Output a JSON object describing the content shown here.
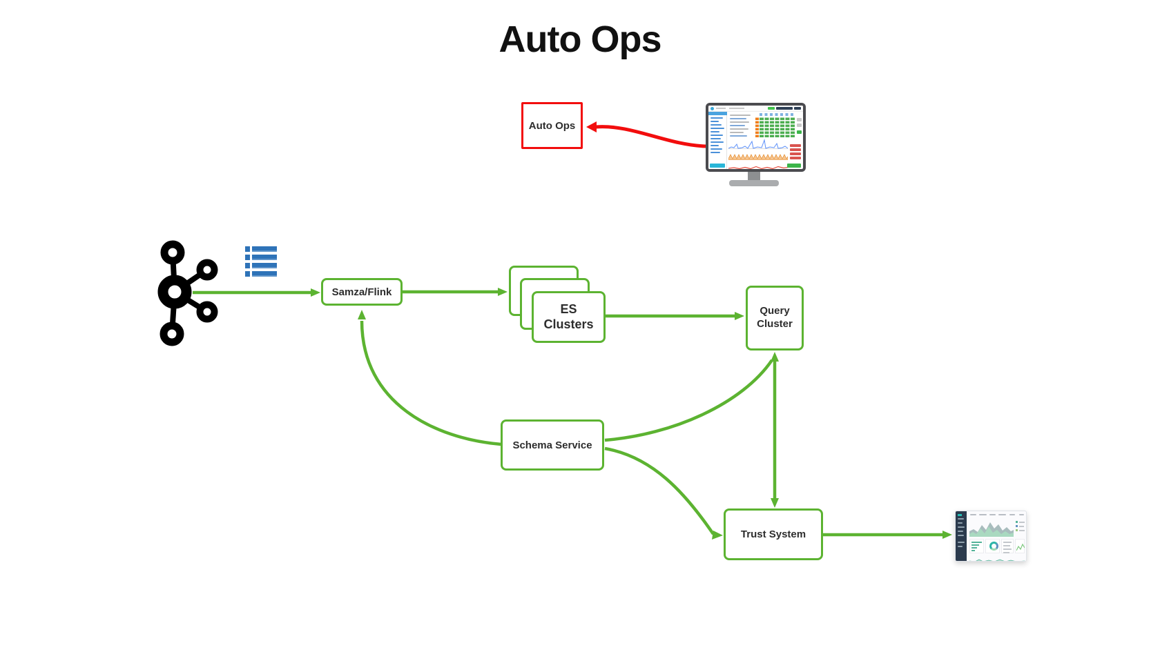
{
  "title": "Auto Ops",
  "colors": {
    "arrow_green": "#5CB331",
    "arrow_red": "#F20D0D",
    "box_border_green": "#5CB331",
    "list_icon_blue": "#2E73B8",
    "kafka_black": "#000000"
  },
  "nodes": {
    "auto_ops": {
      "label": "Auto Ops"
    },
    "samza_flink": {
      "label": "Samza/Flink"
    },
    "es_clusters": {
      "label": "ES\nClusters"
    },
    "query_cluster": {
      "label": "Query\nCluster"
    },
    "schema_service": {
      "label": "Schema Service"
    },
    "trust_system": {
      "label": "Trust System"
    }
  },
  "icons": {
    "kafka": "kafka-topology-icon",
    "topic_list": "list-icon",
    "ops_dashboard": "monitor-with-cluster-dashboard-image",
    "analytics_dashboard": "analytics-dashboard-thumbnail-image"
  },
  "edges": [
    {
      "from": "kafka",
      "to": "samza_flink",
      "style": "straight",
      "color": "green"
    },
    {
      "from": "samza_flink",
      "to": "es_clusters",
      "style": "straight",
      "color": "green"
    },
    {
      "from": "es_clusters",
      "to": "query_cluster",
      "style": "straight",
      "color": "green"
    },
    {
      "from": "query_cluster",
      "to": "trust_system",
      "style": "straight",
      "color": "green",
      "bidirectional": true
    },
    {
      "from": "schema_service",
      "to": "samza_flink",
      "style": "curved",
      "color": "green"
    },
    {
      "from": "schema_service",
      "to": "query_cluster",
      "style": "curved",
      "color": "green"
    },
    {
      "from": "schema_service",
      "to": "trust_system",
      "style": "curved",
      "color": "green"
    },
    {
      "from": "trust_system",
      "to": "analytics_dashboard",
      "style": "straight",
      "color": "green"
    },
    {
      "from": "ops_dashboard",
      "to": "auto_ops",
      "style": "curved",
      "color": "red"
    }
  ]
}
